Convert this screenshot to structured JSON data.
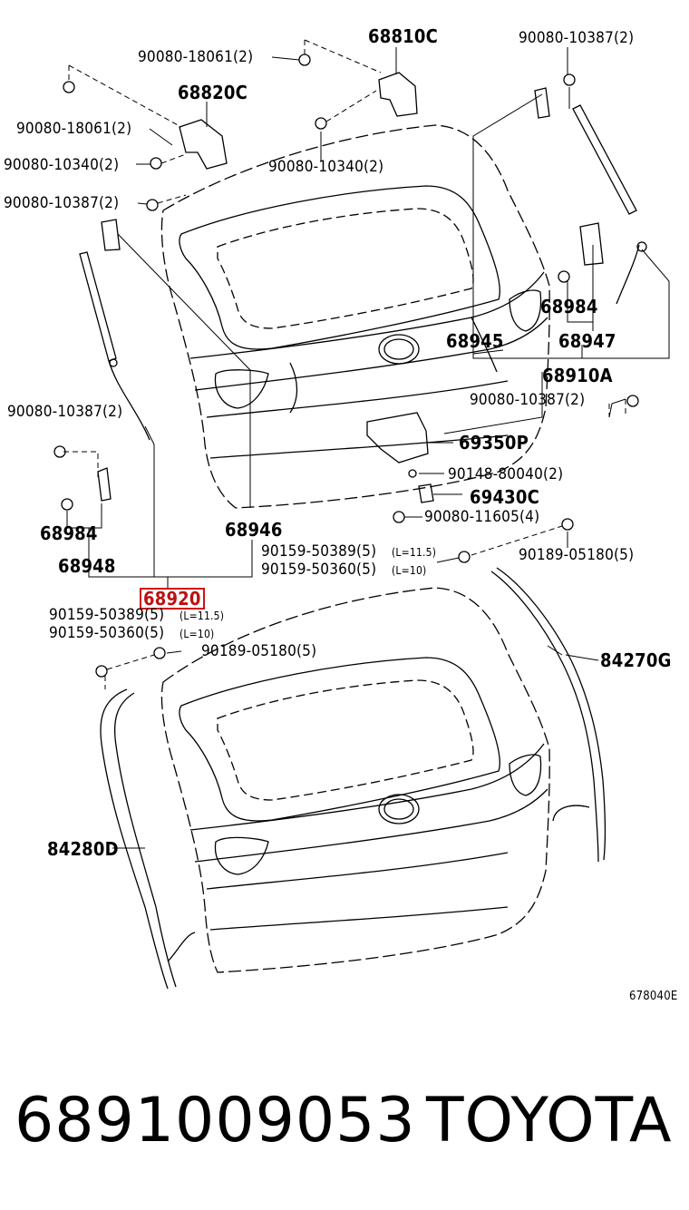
{
  "labels": {
    "p68810C": "68810C",
    "p90080_18061_top": "90080-18061(2)",
    "p90080_10387_tr": "90080-10387(2)",
    "p68820C": "68820C",
    "p90080_18061_left": "90080-18061(2)",
    "p90080_10340_left": "90080-10340(2)",
    "p90080_10340_mid": "90080-10340(2)",
    "p90080_10387_left": "90080-10387(2)",
    "p68984_r": "68984",
    "p68945": "68945",
    "p68947": "68947",
    "p68910A": "68910A",
    "p90080_10387_mid": "90080-10387(2)",
    "p90080_10387_l2": "90080-10387(2)",
    "p69350P": "69350P",
    "p90148_80040": "90148-80040(2)",
    "p69430C": "69430C",
    "p90080_11605": "90080-11605(4)",
    "p68984_l": "68984",
    "p68946": "68946",
    "p90159_50389_r": "90159-50389(5)",
    "p90159_50389_r_len": "(L=11.5)",
    "p90189_05180_r": "90189-05180(5)",
    "p68948": "68948",
    "p90159_50360_r": "90159-50360(5)",
    "p90159_50360_r_len": "(L=10)",
    "p68920": "68920",
    "p90159_50389_l": "90159-50389(5)",
    "p90159_50389_l_len": "(L=11.5)",
    "p90159_50360_l": "90159-50360(5)",
    "p90159_50360_l_len": "(L=10)",
    "p90189_05180_l": "90189-05180(5)",
    "p84270G": "84270G",
    "p84280D": "84280D"
  },
  "diagram_code": "678040E",
  "footer": {
    "part_number": "6891009053",
    "brand": "TOYOTA"
  },
  "highlight_color": "#d11111"
}
